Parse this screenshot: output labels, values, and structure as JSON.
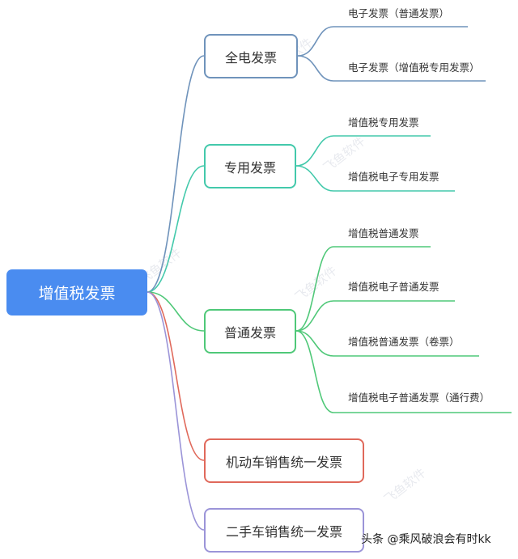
{
  "root": {
    "label": "增值税发票",
    "color": "#4a8cf0"
  },
  "branches": [
    {
      "label": "全电发票",
      "color": "#6f93bb",
      "leaves": [
        "电子发票（普通发票）",
        "电子发票（增值税专用发票）"
      ]
    },
    {
      "label": "专用发票",
      "color": "#43c9ab",
      "leaves": [
        "增值税专用发票",
        "增值税电子专用发票"
      ]
    },
    {
      "label": "普通发票",
      "color": "#4fc878",
      "leaves": [
        "增值税普通发票",
        "增值税电子普通发票",
        "增值税普通发票（卷票）",
        "增值税电子普通发票（通行费）"
      ]
    },
    {
      "label": "机动车销售统一发票",
      "color": "#e0695b",
      "leaves": []
    },
    {
      "label": "二手车销售统一发票",
      "color": "#9b94d8",
      "leaves": []
    }
  ],
  "watermark": {
    "text": "飞鱼软件"
  },
  "credit": "头条 @乘风破浪会有时kk"
}
